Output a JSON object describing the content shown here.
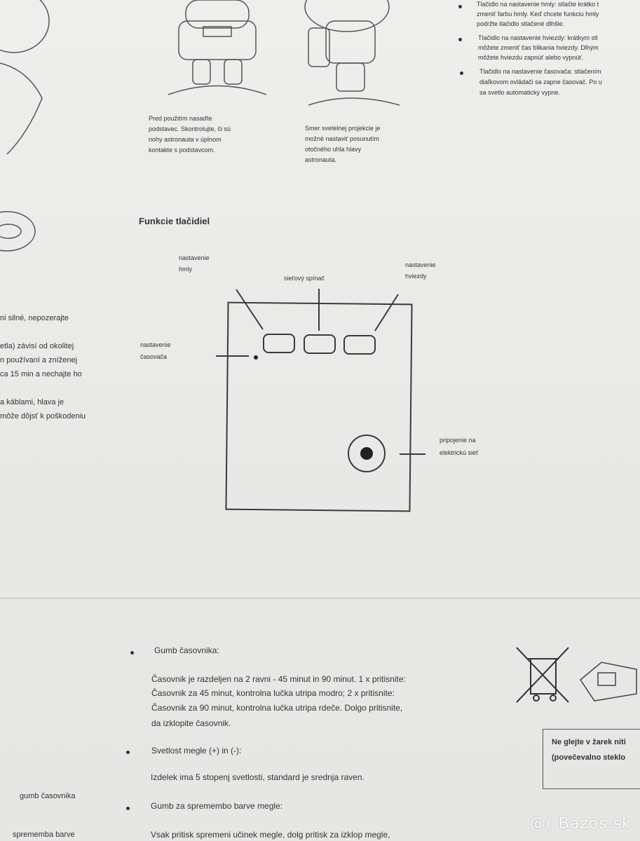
{
  "top_left_caption": [
    "Pred použitím nasaďte",
    "podstavec. Skontrolujte, či sú",
    "nohy astronauta v úplnom",
    "kontakte s podstavcom."
  ],
  "top_mid_caption": [
    "Smer svetelnej projekcie je",
    "možné nastaviť posunutím",
    "otočného uhla hlavy",
    "astronauta."
  ],
  "top_right": [
    "Tlačidlo na nastavenie hmly: stlačte krátko t",
    "zmeniť farbu hmly. Keď chcete funkciu hmly",
    "podržte tlačidlo stlačené dlhšie.",
    "Tlačidlo na nastavenie hviezdy: krátkym stl",
    "môžete zmeniť čas blikania hviezdy. Dlhým",
    "môžete hviezdu zapnúť alebo vypnúť.",
    "Tlačidlo na nastavenie časovača: stlačením",
    "diaľkovom ovládači sa zapne časovač. Po u",
    "sa svetlo automaticky vypne."
  ],
  "section_title": "Funkcie tlačidiel",
  "labels": {
    "fog": [
      "nastavenie",
      "hmly"
    ],
    "power": "sieťový spínač",
    "star": [
      "nastavenie",
      "hviezdy"
    ],
    "timer": [
      "nastavenie",
      "časovača"
    ],
    "socket": [
      "pripojenie na",
      "elektrickú sieť"
    ]
  },
  "left_fragments": [
    "ni silné, nepozerajte",
    "etla) závisí od okolitej",
    "n používaní a zníženej",
    "ca 15 min a nechajte ho",
    "a káblami, hlava je",
    "môže dôjsť k poškodeniu"
  ],
  "bottom": {
    "b1_title": "Gumb časovnika:",
    "b1_text": [
      "Časovnik je razdeljen na 2 ravni - 45 minut in 90 minut. 1 x pritisnite:",
      "Časovnik za 45 minut, kontrolna lučka utripa modro; 2 x pritisnite:",
      "Časovnik za 90 minut, kontrolna lučka utripa rdeče. Dolgo pritisnite,",
      "da izklopite časovnik."
    ],
    "b2_title": "Svetlost megle (+) in (-):",
    "b2_text": "Izdelek ima 5 stopenj svetlosti, standard je srednja raven.",
    "b3_title": "Gumb za spremembo barve megle:",
    "b3_text": "Vsak pritisk spremeni učinek megle, dolg pritisk za izklop megle,",
    "left_1": "gumb časovnika",
    "left_2": "sprememba barve",
    "note": [
      "Ne glejte v žarek niti",
      "(povečevalno steklo"
    ]
  },
  "watermark": "@( Bazos.sk"
}
